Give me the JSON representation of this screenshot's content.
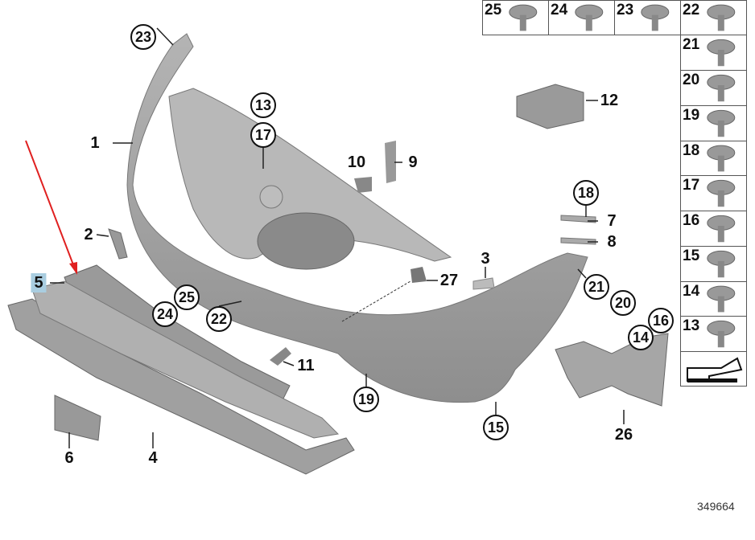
{
  "diagram": {
    "plain_labels": [
      "1",
      "2",
      "5",
      "6",
      "4",
      "11",
      "10",
      "9",
      "12",
      "7",
      "8",
      "3",
      "27",
      "26"
    ],
    "circled_labels": [
      "23",
      "13",
      "17",
      "25",
      "24",
      "22",
      "18",
      "21",
      "20",
      "14",
      "16",
      "19",
      "15"
    ],
    "highlighted_label": "5",
    "highlight_color": "#a9cde0",
    "arrow_color": "#e02020",
    "part_color": "#a8a8a8"
  },
  "fastener_grid": {
    "top_row": [
      "25",
      "24",
      "23",
      "22"
    ],
    "right_column": [
      "21",
      "20",
      "19",
      "18",
      "17",
      "16",
      "15",
      "14",
      "13"
    ]
  },
  "reference_number": "349664"
}
